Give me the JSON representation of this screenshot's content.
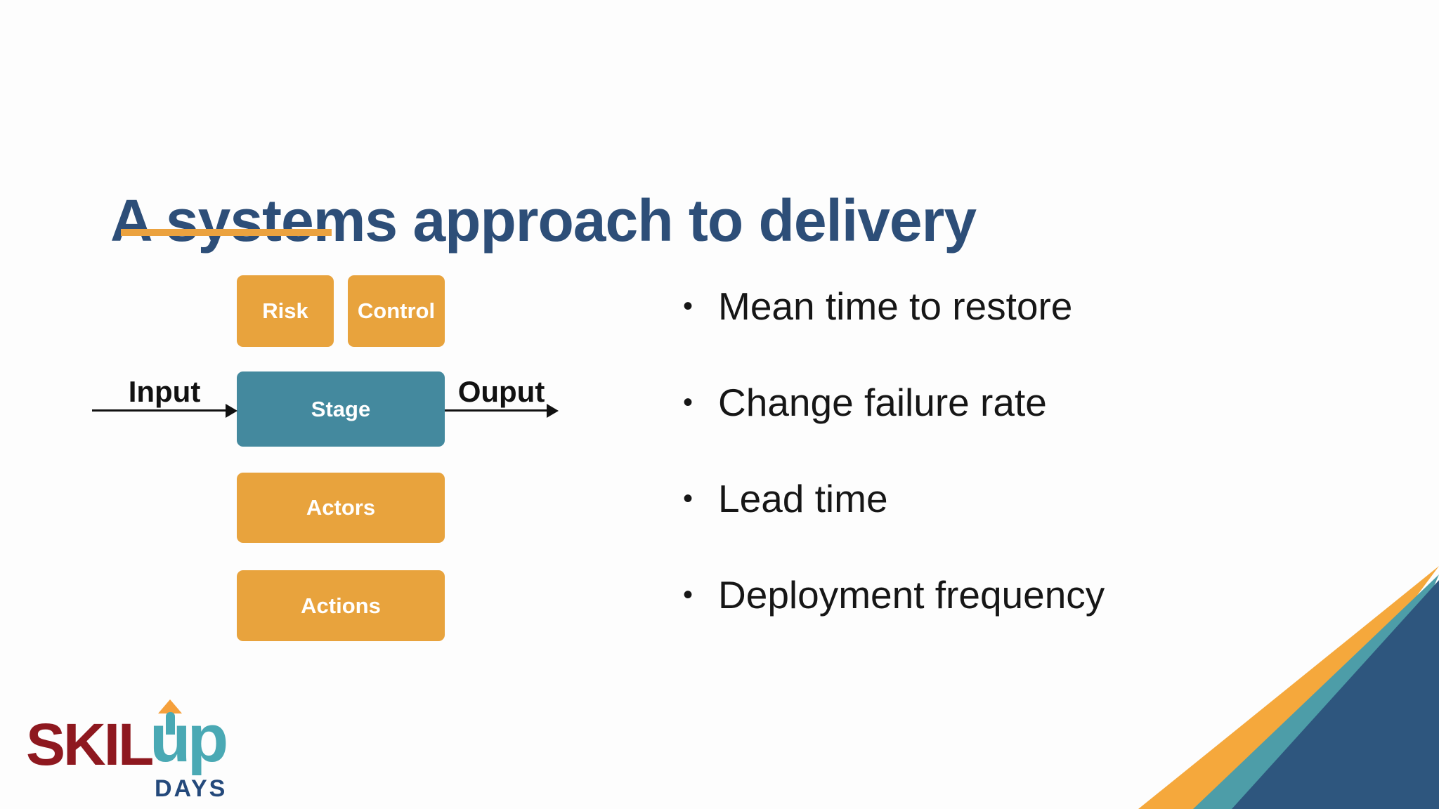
{
  "slide": {
    "title": "A systems approach to delivery",
    "bullets": [
      "Mean time to restore",
      "Change failure rate",
      "Lead time",
      "Deployment frequency"
    ]
  },
  "diagram": {
    "boxes": {
      "risk": "Risk",
      "control": "Control",
      "stage": "Stage",
      "actors": "Actors",
      "actions": "Actions"
    },
    "input_label": "Input",
    "output_label": "Ouput"
  },
  "logo": {
    "part1": "SKIL",
    "part2": "up",
    "part3": "DAYS"
  },
  "colors": {
    "title-navy": "#2d4e78",
    "accent-orange": "#eba23f",
    "box-orange": "#e8a33d",
    "box-teal": "#44899e",
    "arrow-black": "#111111",
    "bullet-text": "#161616",
    "tri-orange": "#f5a83c",
    "tri-teal": "#4d9da8",
    "tri-navy": "#2e567e",
    "logo-maroon": "#8e181f",
    "logo-teal": "#4aa9b4",
    "logo-navy": "#24497b",
    "logo-orange": "#f5a03c",
    "background": "#fdfdfd"
  }
}
